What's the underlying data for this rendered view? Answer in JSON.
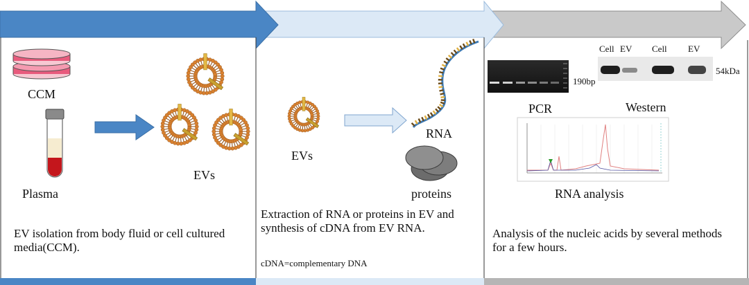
{
  "stage1": {
    "ccm_label": "CCM",
    "plasma_label": "Plasma",
    "evs_label": "EVs",
    "description": "EV isolation from body fluid or cell cultured media(CCM)."
  },
  "stage2": {
    "evs_label": "EVs",
    "rna_label": "RNA",
    "proteins_label": "proteins",
    "description": "Extraction of RNA or proteins in EV and synthesis of cDNA from EV RNA.",
    "footnote": "cDNA=complementary DNA"
  },
  "stage3": {
    "pcr_label": "PCR",
    "pcr_band_label": "190bp",
    "western_label": "Western",
    "western_lane_labels": [
      "Cell",
      "EV",
      "Cell",
      "EV"
    ],
    "western_band_label": "54kDa",
    "rna_analysis_label": "RNA analysis",
    "description": "Analysis of the nucleic acids by several methods for a few hours."
  },
  "colors": {
    "stage1_arrow": "#4a86c5",
    "stage2_arrow": "#dce9f6",
    "stage3_arrow": "#c9c9c9",
    "ev_orange": "#d9812f",
    "ev_stick": "#e3b846",
    "plasma_red": "#c4161c"
  }
}
